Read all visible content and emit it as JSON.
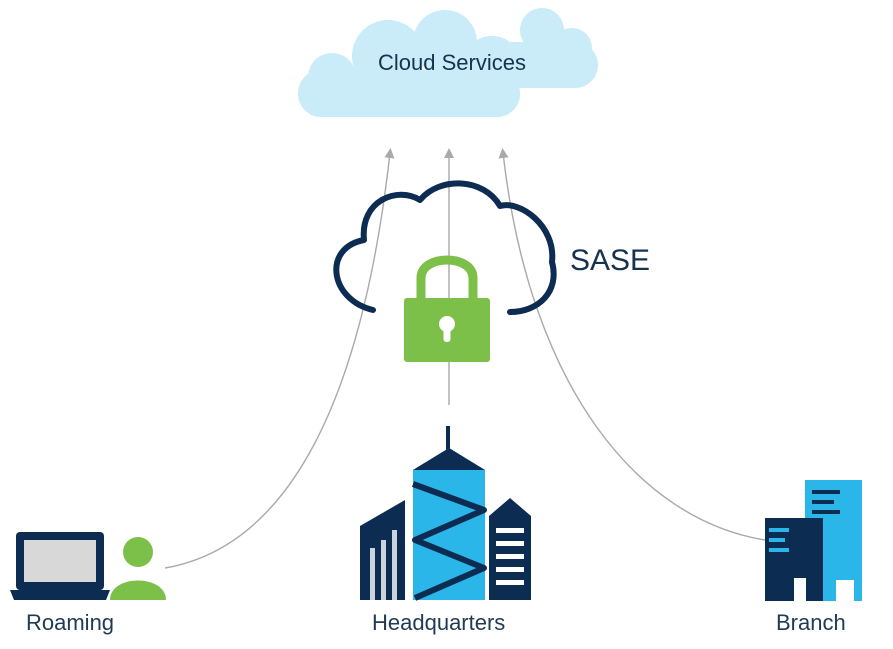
{
  "labels": {
    "cloud_services": "Cloud Services",
    "sase": "SASE",
    "roaming": "Roaming",
    "headquarters": "Headquarters",
    "branch": "Branch"
  },
  "colors": {
    "cloud_fill": "#c9ecf8",
    "sase_outline": "#0d2c52",
    "lock_green": "#7cc04a",
    "navy": "#0d2c52",
    "cyan": "#2bb6ea",
    "arrow_gray": "#a9a9a9",
    "text": "#1f3a55"
  },
  "icons": [
    "cloud-icon",
    "sase-cloud-icon",
    "padlock-icon",
    "laptop-icon",
    "user-icon",
    "headquarters-icon",
    "branch-icon"
  ]
}
